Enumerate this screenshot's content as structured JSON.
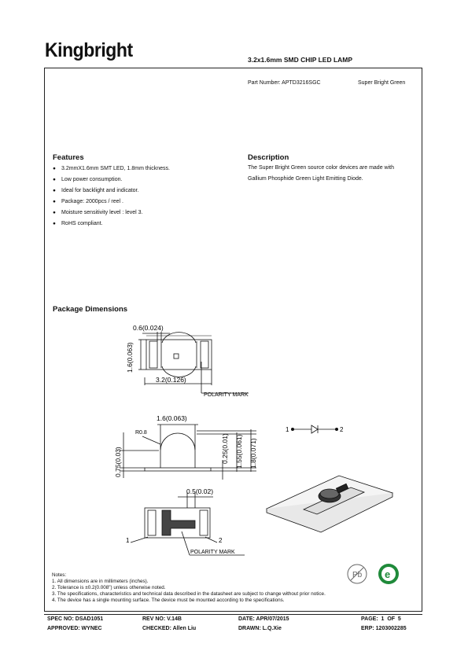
{
  "brand": "Kingbright",
  "doc_title": "3.2x1.6mm SMD CHIP LED LAMP",
  "part": {
    "number": "Part Number: APTD3216SGC",
    "color": "Super Bright Green"
  },
  "features": {
    "heading": "Features",
    "items": [
      "3.2mmX1.6mm SMT LED, 1.8mm thickness.",
      "Low power consumption.",
      "Ideal for backlight and indicator.",
      "Package: 2000pcs / reel .",
      "Moisture sensitivity level : level 3.",
      "RoHS compliant."
    ]
  },
  "description": {
    "heading": "Description",
    "lines": [
      "The Super Bright Green source color devices are made with",
      "Gallium Phosphide Green Light Emitting Diode."
    ]
  },
  "package": {
    "heading": "Package Dimensions",
    "top_view": {
      "dim_top": "0.6(0.024)",
      "dim_left": "1.6(0.063)",
      "dim_bottom": "3.2(0.126)",
      "polarity": "POLARITY MARK"
    },
    "side_view": {
      "dim_top": "1.6(0.063)",
      "radius": "R0.8",
      "dim_left": "0.75(0.03)",
      "dim_a": "0.25(0.01)",
      "dim_b": "1.55(0.061)",
      "dim_c": "1.8(0.071)"
    },
    "symbol": {
      "pin1": "1",
      "pin2": "2"
    },
    "bottom_view": {
      "dim_top": "0.5(0.02)",
      "pin1": "1",
      "pin2": "2",
      "polarity": "POLARITY MARK"
    }
  },
  "notes": {
    "title": "Notes:",
    "items": [
      "1. All dimensions are in millimeters (inches).",
      "2. Tolerance is ±0.2(0.008\") unless otherwise noted.",
      "3. The specifications, characteristics and technical data described in the datasheet are subject to change without prior notice.",
      "4. The device has a single mounting surface. The device must be mounted according to the specifications."
    ]
  },
  "badges": {
    "pb": "Pb",
    "e": "e"
  },
  "footer": {
    "row1": [
      "SPEC NO: DSAD1051",
      "REV NO: V.14B",
      "DATE: APR/07/2015",
      "PAGE:  1  OF  5"
    ],
    "row2": [
      "APPROVED: WYNEC",
      "CHECKED: Allen Liu",
      "DRAWN: L.Q.Xie",
      "ERP: 1203002285"
    ]
  }
}
